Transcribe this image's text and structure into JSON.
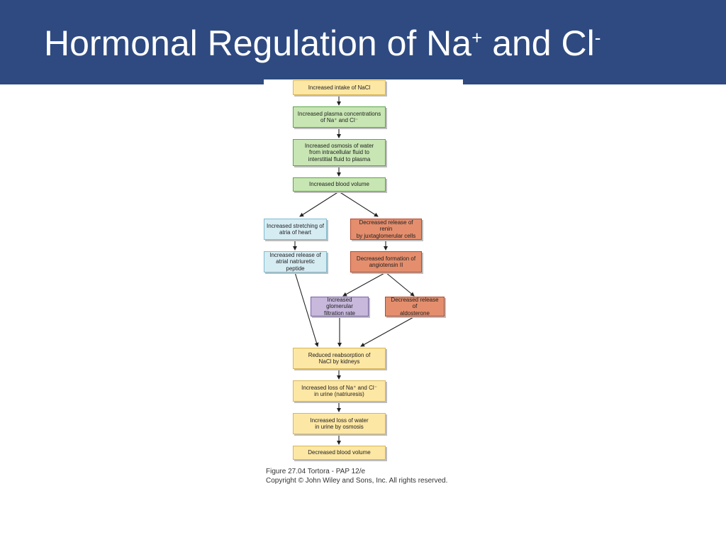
{
  "title": {
    "main": "Hormonal Regulation of Na",
    "sup1": "+",
    "mid": " and Cl",
    "sup2": "-"
  },
  "boxes": {
    "b1": "Increased intake of NaCl",
    "b2": "Increased plasma concentrations\nof Na⁺ and Cl⁻",
    "b3": "Increased osmosis of water\nfrom intracellular fluid to\ninterstitial fluid to plasma",
    "b4": "Increased blood volume",
    "b5": "Increased stretching of\natria of heart",
    "b6": "Decreased release of renin\nby juxtaglomerular cells",
    "b7": "Increased release of\natrial natriuretic peptide",
    "b8": "Decreased formation of\nangiotensin II",
    "b9": "Increased glomerular\nfiltration rate",
    "b10": "Decreased release of\naldosterone",
    "b11": "Reduced reabsorption of\nNaCl by kidneys",
    "b12": "Increased loss of Na⁺ and Cl⁻\nin urine (natriuresis)",
    "b13": "Increased loss of water\nin urine by osmosis",
    "b14": "Decreased blood volume"
  },
  "caption": {
    "line1": "Figure 27.04  Tortora - PAP 12/e",
    "line2": "Copyright © John Wiley and Sons, Inc. All rights reserved."
  }
}
